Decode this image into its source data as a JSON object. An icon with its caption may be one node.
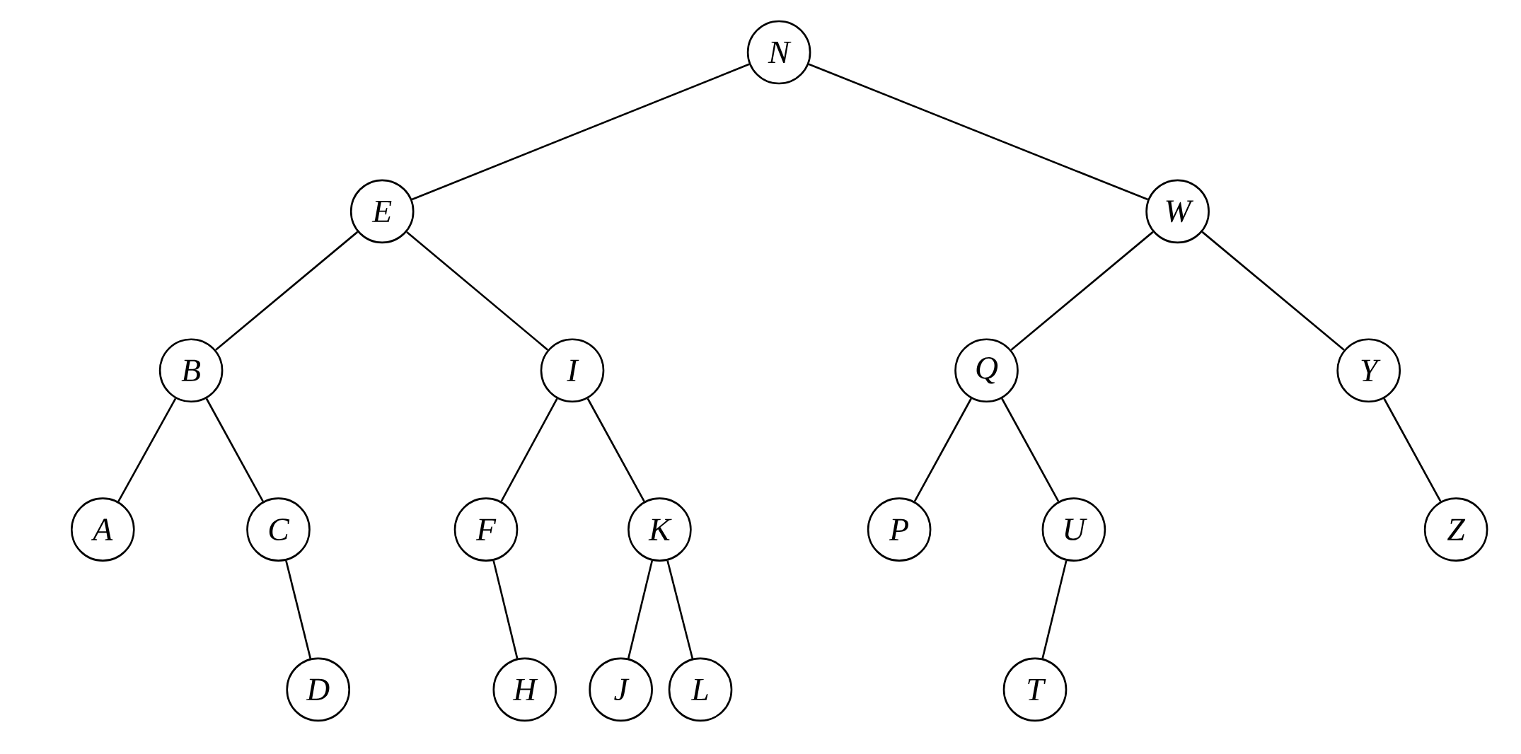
{
  "diagram": {
    "nodes": [
      {
        "text": [
          "N"
        ]
      },
      {
        "text": [
          "E"
        ]
      },
      {
        "text": [
          "W"
        ]
      },
      {
        "text": [
          "B"
        ]
      },
      {
        "text": [
          "I"
        ]
      },
      {
        "text": [
          "Q"
        ]
      },
      {
        "text": [
          "Y"
        ]
      },
      {
        "text": [
          "A"
        ]
      },
      {
        "text": [
          "C"
        ]
      },
      {
        "text": [
          "F"
        ]
      },
      {
        "text": [
          "K"
        ]
      },
      {
        "text": [
          "P"
        ]
      },
      {
        "text": [
          "U"
        ]
      },
      {
        "text": [
          "Z"
        ]
      },
      {
        "text": [
          "D"
        ]
      },
      {
        "text": [
          "H"
        ]
      },
      {
        "text": [
          "J"
        ]
      },
      {
        "text": [
          "L"
        ]
      },
      {
        "text": [
          "T"
        ]
      }
    ],
    "edges": [
      {
        "from": 0,
        "to": 1,
        "arrow": "none"
      },
      {
        "from": 0,
        "to": 2,
        "arrow": "none"
      },
      {
        "from": 1,
        "to": 3,
        "arrow": "none"
      },
      {
        "from": 1,
        "to": 4,
        "arrow": "none"
      },
      {
        "from": 2,
        "to": 5,
        "arrow": "none"
      },
      {
        "from": 2,
        "to": 6,
        "arrow": "none"
      },
      {
        "from": 3,
        "to": 7,
        "arrow": "none"
      },
      {
        "from": 3,
        "to": 8,
        "arrow": "none"
      },
      {
        "from": 4,
        "to": 9,
        "arrow": "none"
      },
      {
        "from": 4,
        "to": 10,
        "arrow": "none"
      },
      {
        "from": 5,
        "to": 11,
        "arrow": "none"
      },
      {
        "from": 5,
        "to": 12,
        "arrow": "none"
      },
      {
        "from": 6,
        "to": 13,
        "arrow": "none"
      },
      {
        "from": 8,
        "to": 14,
        "arrow": "none"
      },
      {
        "from": 9,
        "to": 15,
        "arrow": "none"
      },
      {
        "from": 10,
        "to": 16,
        "arrow": "none"
      },
      {
        "from": 10,
        "to": 17,
        "arrow": "none"
      },
      {
        "from": 12,
        "to": 18,
        "arrow": "none"
      }
    ]
  }
}
